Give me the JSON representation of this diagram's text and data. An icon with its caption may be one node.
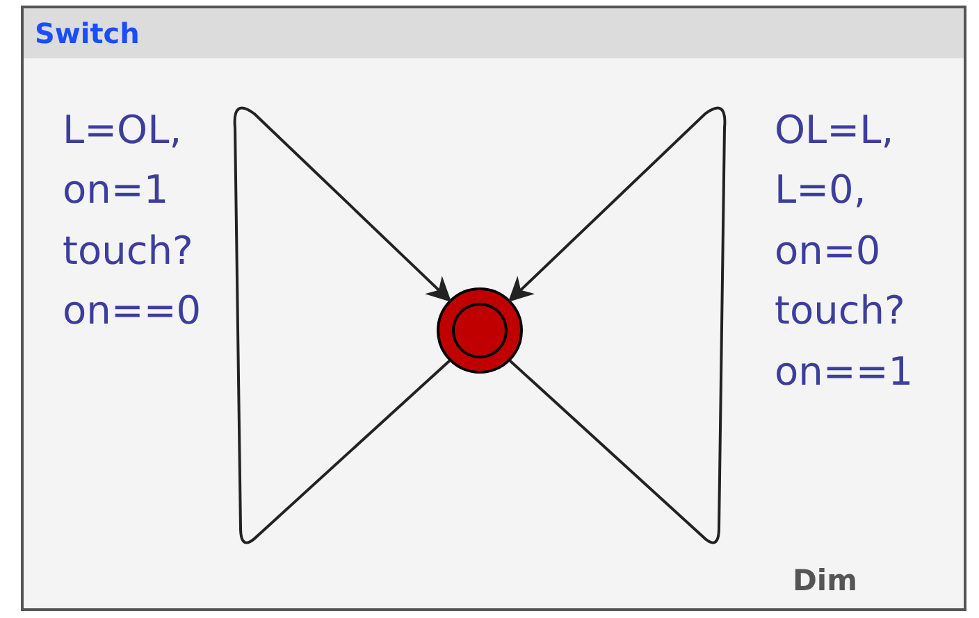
{
  "diagram": {
    "nodes": [
      {
        "text": [
          "Switch"
        ]
      },
      {
        "text": [],
        "shape": "circle",
        "in": 0
      }
    ],
    "edges": [
      {
        "from": 1,
        "to": 1,
        "arrow": "to",
        "label": "L=OL, on=1 touch? on==0"
      },
      {
        "from": 1,
        "to": 1,
        "arrow": "to",
        "label": "OL=L, L=0, on=0 touch? on==1"
      }
    ],
    "labels": [
      "Dim"
    ]
  }
}
